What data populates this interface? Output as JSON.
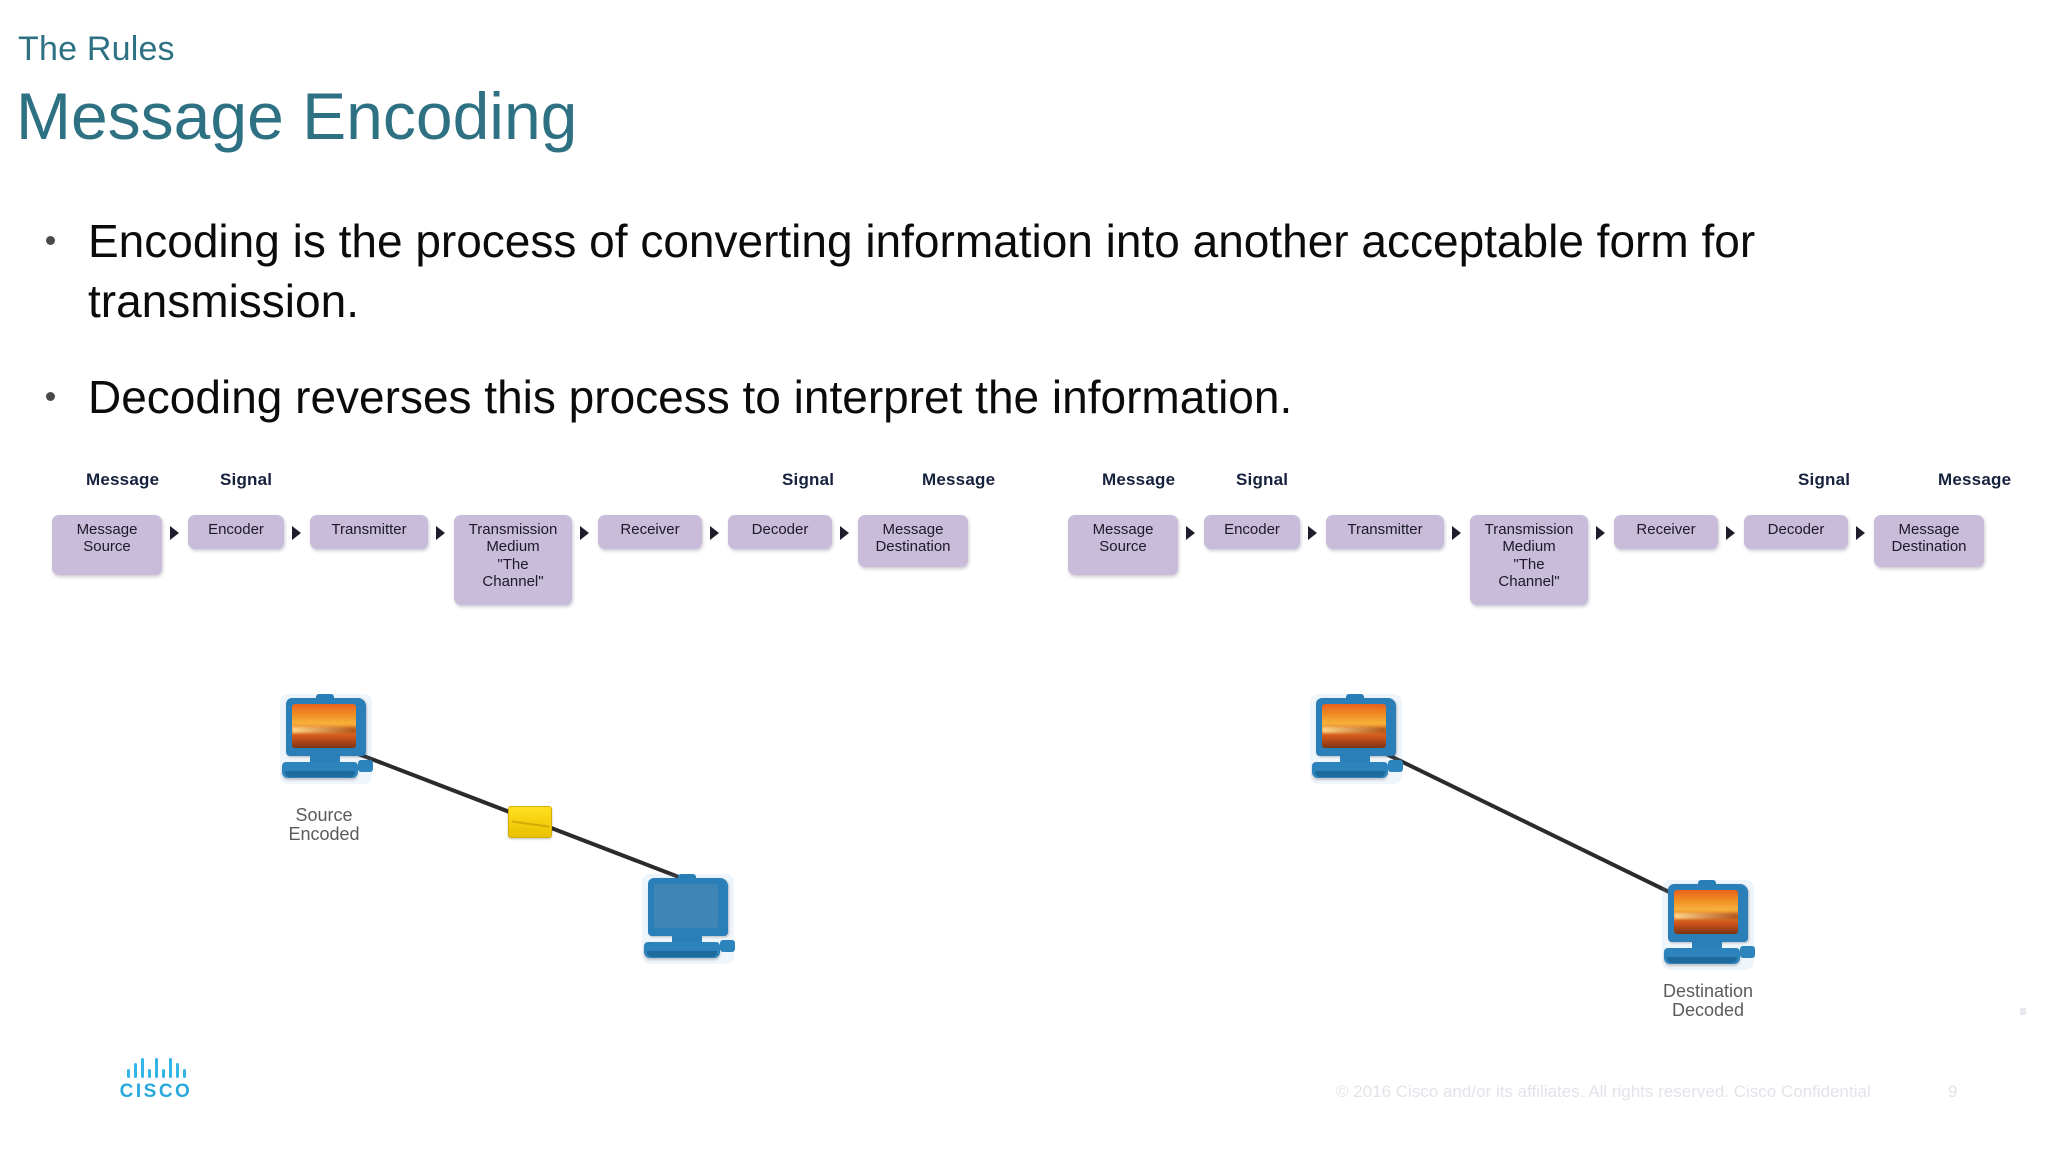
{
  "slide": {
    "eyebrow": "The Rules",
    "title": "Message Encoding",
    "bullets": [
      "Encoding is the process of converting information into another acceptable form for transmission.",
      "Decoding reverses this process to interpret the information."
    ],
    "page_number": "9",
    "copyright": "© 2016  Cisco and/or its affiliates. All rights reserved.   Cisco Confidential",
    "logo_word": "CISCO"
  },
  "colors": {
    "title_teal": "#2e7183",
    "flow_box": "#c9bcdb",
    "flow_label": "#16213c",
    "logo_blue": "#29a8dd",
    "pc_blue": "#2a7fb8",
    "envelope_yellow": "#ffe11f",
    "footer_grey": "#e3e3ea"
  },
  "flow_diagram": {
    "headers": [
      {
        "text": "Message",
        "over": "message-source"
      },
      {
        "text": "Signal",
        "over": "encoder"
      },
      {
        "text": "Signal",
        "over": "decoder"
      },
      {
        "text": "Message",
        "over": "message-destination"
      }
    ],
    "boxes": [
      {
        "label": "Message\nSource",
        "lines": [
          "Message",
          "Source"
        ],
        "tall": false
      },
      {
        "label": "Encoder",
        "lines": [
          "Encoder"
        ],
        "tall": false
      },
      {
        "label": "Transmitter",
        "lines": [
          "Transmitter"
        ],
        "tall": false
      },
      {
        "label": "Transmission Medium \"The Channel\"",
        "lines": [
          "Transmission",
          "Medium",
          "\"The",
          "Channel\""
        ],
        "tall": true
      },
      {
        "label": "Receiver",
        "lines": [
          "Receiver"
        ],
        "tall": false
      },
      {
        "label": "Decoder",
        "lines": [
          "Decoder"
        ],
        "tall": false
      },
      {
        "label": "Message\nDestination",
        "lines": [
          "Message",
          "Destination"
        ],
        "tall": false
      }
    ]
  },
  "topology": {
    "left": {
      "source_label": [
        "Source",
        "Encoded"
      ],
      "destination_label": [
        "",
        ""
      ],
      "has_packet": true
    },
    "right": {
      "source_label": [
        "",
        ""
      ],
      "destination_label": [
        "Destination",
        "Decoded"
      ],
      "has_packet": false
    }
  }
}
